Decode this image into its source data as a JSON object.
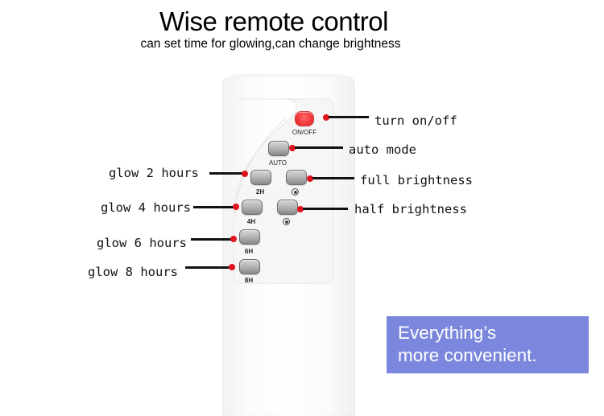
{
  "header": {
    "title": "Wise remote control",
    "subtitle": "can set time for glowing,can change brightness"
  },
  "remote": {
    "buttons": {
      "power_label": "ON/OFF",
      "auto_label": "AUTO",
      "h2_label": "2H",
      "h4_label": "4H",
      "h6_label": "6H",
      "h8_label": "8H"
    },
    "colors": {
      "power_button": "#f23a3a",
      "indicator_dot": "#e0141e"
    }
  },
  "callouts": {
    "turn_on_off": "turn on/off",
    "auto_mode": "auto mode",
    "full_brightness": "full brightness",
    "half_brightness": "half brightness",
    "glow_2": "glow 2 hours",
    "glow_4": "glow 4 hours",
    "glow_6": "glow 6 hours",
    "glow_8": "glow 8 hours"
  },
  "banner": {
    "line1": "Everything’s",
    "line2": "more convenient.",
    "color": "#7b87dd"
  }
}
